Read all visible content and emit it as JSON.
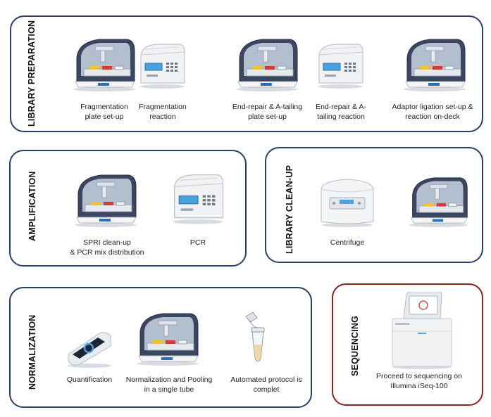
{
  "sections": {
    "library_preparation": {
      "title": "LIBRARY PREPARATION",
      "steps": [
        {
          "label": "Fragmentation\nplate set-up",
          "icon": "liquid-handler-icon"
        },
        {
          "label": "Fragmentation\nreaction",
          "icon": "thermocycler-icon"
        },
        {
          "label": "End-repair & A-tailing\nplate set-up",
          "icon": "liquid-handler-icon"
        },
        {
          "label": "End-repair & A-\ntailing reaction",
          "icon": "thermocycler-icon"
        },
        {
          "label": "Adaptor ligation set-up &\nreaction on-deck",
          "icon": "liquid-handler-icon"
        }
      ]
    },
    "amplification": {
      "title": "AMPLIFICATION",
      "steps": [
        {
          "label": "SPRI clean-up\n& PCR mix distribution",
          "icon": "liquid-handler-icon"
        },
        {
          "label": "PCR",
          "icon": "thermocycler-icon"
        }
      ]
    },
    "library_cleanup": {
      "title": "LIBRARY CLEAN-UP",
      "steps": [
        {
          "label": "Centrifuge",
          "icon": "centrifuge-icon"
        },
        {
          "label": "",
          "icon": "liquid-handler-icon"
        }
      ]
    },
    "normalization": {
      "title": "NORMALIZATION",
      "steps": [
        {
          "label": "Quantification",
          "icon": "fluorometer-icon"
        },
        {
          "label": "Normalization and Pooling\nin a single tube",
          "icon": "liquid-handler-icon"
        },
        {
          "label": "Automated protocol is\ncomplet",
          "icon": "tube-icon"
        }
      ]
    },
    "sequencing": {
      "title": "SEQUENCING",
      "steps": [
        {
          "label": "Proceed to sequencing on\nIllumina iSeq-100",
          "icon": "sequencer-icon"
        }
      ]
    }
  },
  "colors": {
    "panel_border": "#2a3f66",
    "sequencing_border": "#8b2226",
    "instrument_body": "#eef0f3",
    "instrument_dark": "#3b4660",
    "reagent_yellow": "#f2c230",
    "reagent_red": "#d33a3a",
    "screen_blue": "#4aa3df"
  }
}
